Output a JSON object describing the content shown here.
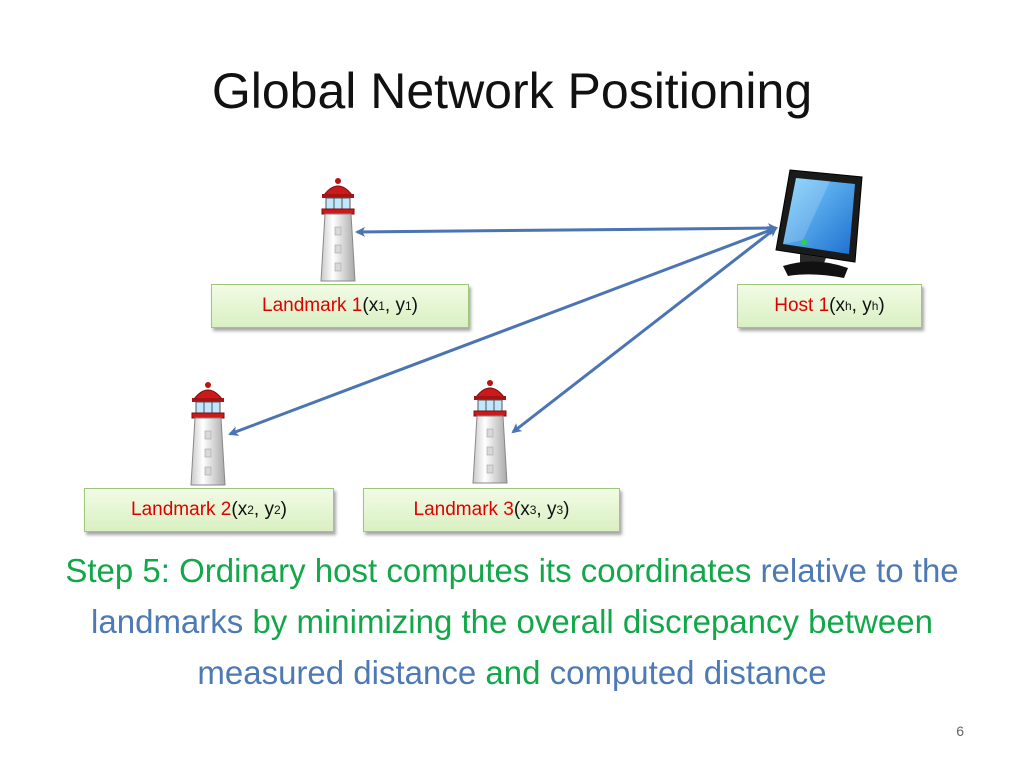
{
  "title": "Global Network Positioning",
  "nodes": {
    "landmark1": {
      "name": "Landmark 1",
      "open": " (x",
      "s1": "1",
      "mid": ", y",
      "s2": "1",
      "close": ")"
    },
    "landmark2": {
      "name": "Landmark 2",
      "open": " (x",
      "s1": "2",
      "mid": ", y",
      "s2": "2",
      "close": ")"
    },
    "landmark3": {
      "name": "Landmark 3",
      "open": " (x",
      "s1": "3",
      "mid": ", y",
      "s2": "3",
      "close": ")"
    },
    "host1": {
      "name": "Host 1",
      "open": " (x",
      "s1": "h",
      "mid": ", y",
      "s2": "h",
      "close": ")"
    }
  },
  "step": {
    "p1": "Step 5: Ordinary host computes its coordinates ",
    "p2": "relative to the landmarks",
    "p3": " by minimizing the overall discrepancy between ",
    "p4": "measured distance",
    "p5": " and ",
    "p6": "computed distance"
  },
  "page_number": "6",
  "colors": {
    "green_text": "#12a84a",
    "blue_text": "#4d79b5",
    "arrow": "#4a74b3",
    "label_red": "#e00000"
  },
  "icons": [
    "lighthouse-icon",
    "computer-monitor-icon"
  ]
}
